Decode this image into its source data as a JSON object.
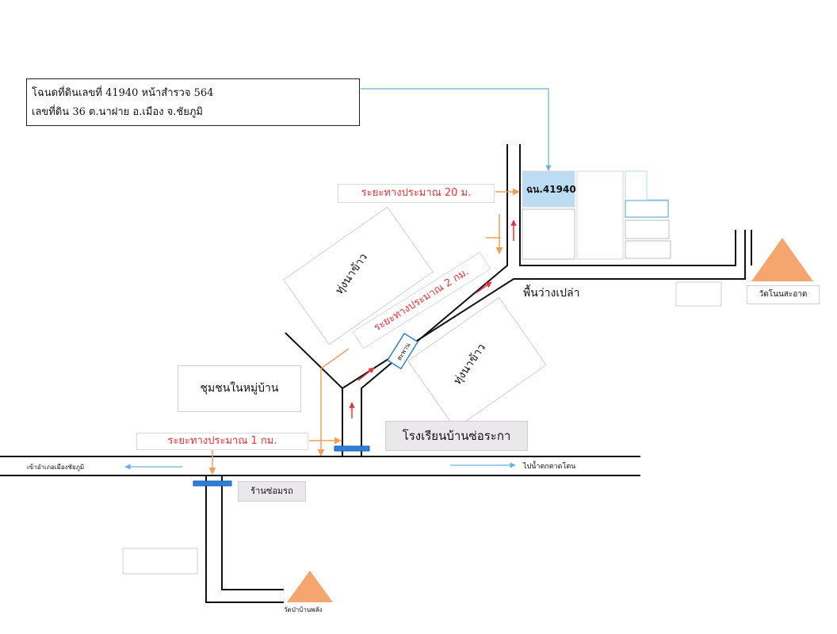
{
  "deed": {
    "line1": "โฉนดที่ดินเลขที่ 41940 หน้าสำรวจ 564",
    "line2": "เลขที่ดิน 36 ต.นาฝาย อ.เมือง จ.ชัยภูมิ"
  },
  "distances": {
    "near": "ระยะทางประมาณ 20 ม.",
    "mid": "ระยะทางประมาณ 2 กม.",
    "far": "ระยะทางประมาณ 1 กม."
  },
  "plot_label": "ฉน.41940",
  "areas": {
    "rice_field_1": "ทุ่งนาข้าว",
    "rice_field_2": "ทุ่งนาข้าว",
    "vacant_land": "พื้นว่างเปล่า",
    "community": "ชุมชนในหมู่บ้าน"
  },
  "bridge": "สะพาน",
  "places": {
    "school": "โรงเรียนบ้านซ่อระกา",
    "repair_shop": "ร้านซ่อมรถ",
    "temple_clean": "วัดโนนสะอาด",
    "temple_forest": "วัดป่าบ้านพลัง"
  },
  "directions": {
    "left": "เข้าอำเภอเมืองชัยภูมิ",
    "right": "ไปน้ำตกตาดโตน"
  },
  "colors": {
    "road": "#111111",
    "route_arrow": "#e8333a",
    "leader_orange": "#f0a05a",
    "leader_blue": "#6ab0e0",
    "plot_fill": "#bcdcf4",
    "temple": "#f4a66e",
    "bridge": "#2f7fd8",
    "label_grey": "#ebe8ec"
  }
}
